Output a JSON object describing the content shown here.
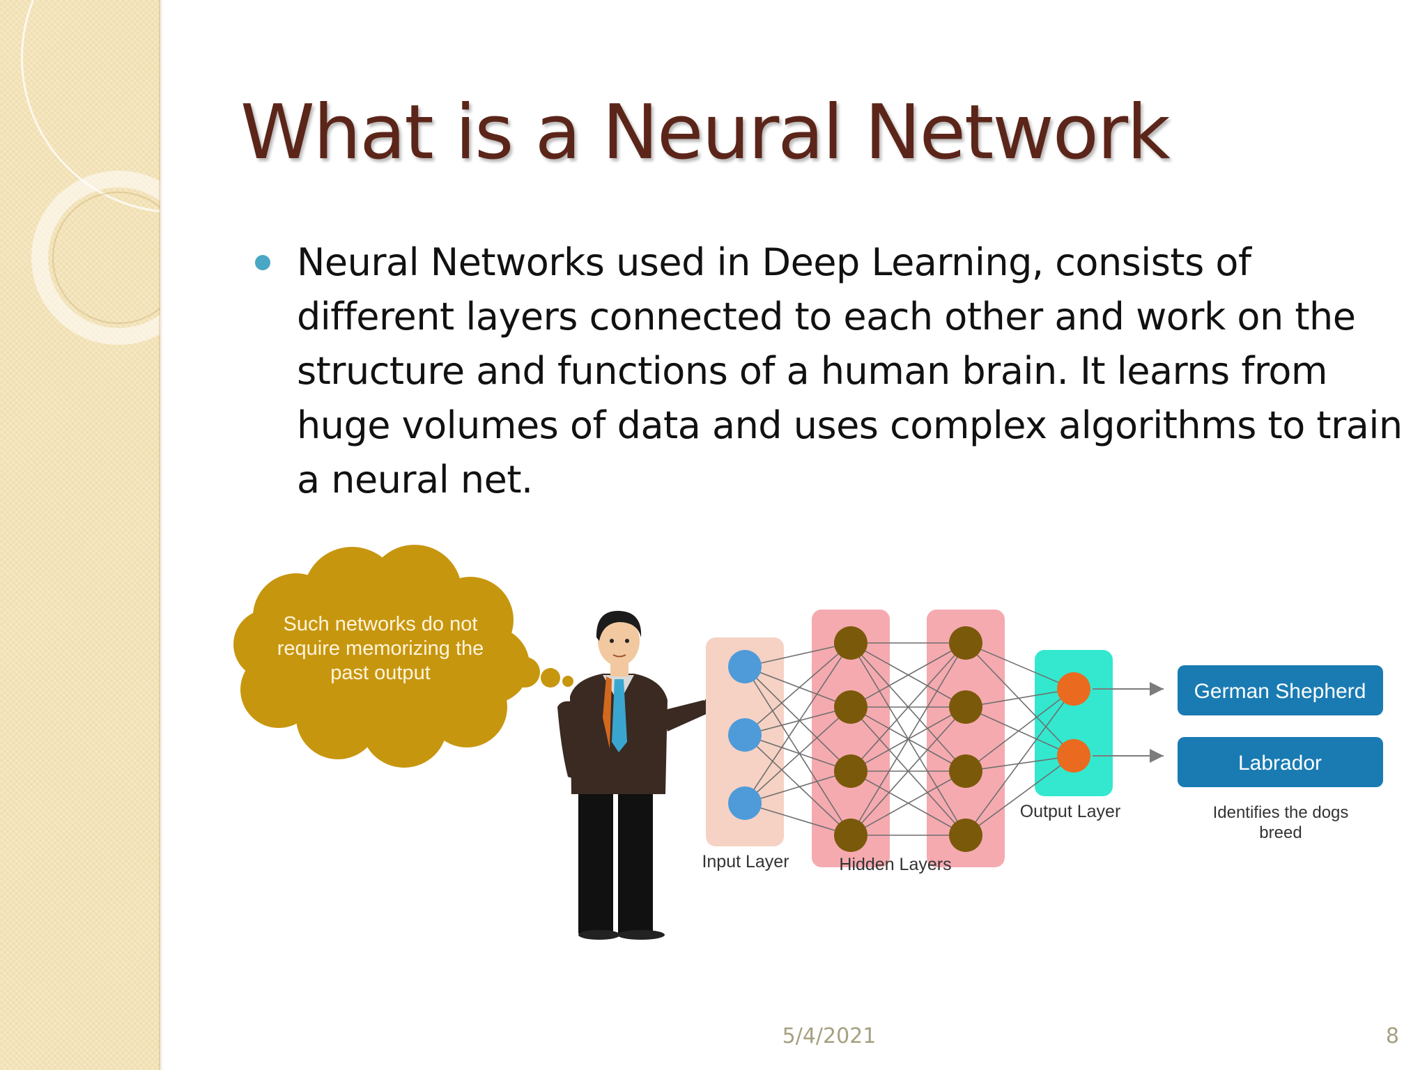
{
  "slide": {
    "title": "What is a Neural Network",
    "bullet": "Neural Networks used in Deep Learning, consists of different layers connected to each other and work on the structure and functions of a human brain. It learns from huge volumes of data and uses complex algorithms to train a neural net.",
    "date": "5/4/2021",
    "page_number": "8"
  },
  "figure": {
    "thought_lines": [
      "Such networks do not",
      "require memorizing the",
      "past output"
    ],
    "input_label": "Input Layer",
    "hidden_label": "Hidden Layers",
    "output_label": "Output Layer",
    "result_1": "German Shepherd",
    "result_2": "Labrador",
    "caption_lines": [
      "Identifies the dogs",
      "breed"
    ]
  },
  "colors": {
    "title": "#5b2519",
    "bullet": "#4aa6c5",
    "band": "#f3e3b8",
    "cloud": "#c7960f",
    "input_node": "#4f9bd9",
    "hidden_node": "#7a5a0a",
    "output_node": "#ea6a1f",
    "result_box": "#1a7bb3"
  }
}
